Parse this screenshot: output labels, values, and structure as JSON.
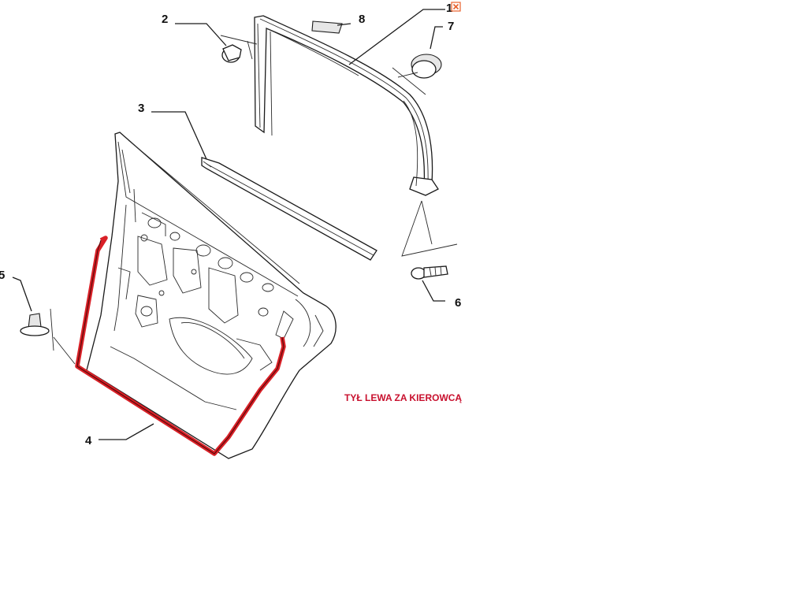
{
  "callouts": [
    {
      "id": "1",
      "label": "1"
    },
    {
      "id": "2",
      "label": "2"
    },
    {
      "id": "3",
      "label": "3"
    },
    {
      "id": "4",
      "label": "4"
    },
    {
      "id": "5",
      "label": "5"
    },
    {
      "id": "6",
      "label": "6"
    },
    {
      "id": "7",
      "label": "7"
    },
    {
      "id": "8",
      "label": "8"
    }
  ],
  "caption": "TYŁ LEWA ZA KIEROWCĄ",
  "colors": {
    "highlight": "#d92027",
    "caption": "#c8102e",
    "line": "#1a1a1a",
    "close_icon": "#e8612c"
  },
  "icons": {
    "close": "close-icon"
  }
}
